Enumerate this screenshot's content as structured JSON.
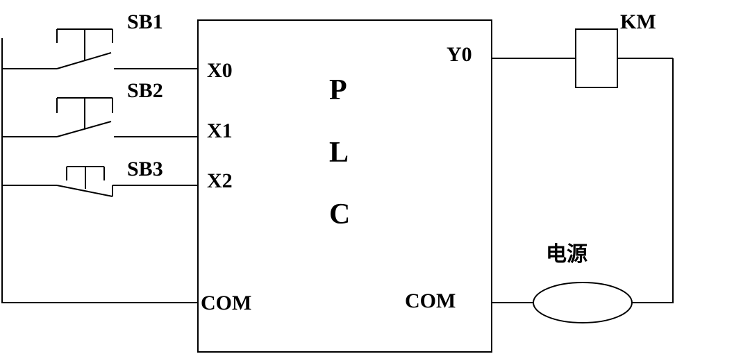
{
  "switches": {
    "sb1": "SB1",
    "sb2": "SB2",
    "sb3": "SB3"
  },
  "plc": {
    "title_letters": [
      "P",
      "L",
      "C"
    ],
    "inputs": [
      "X0",
      "X1",
      "X2"
    ],
    "output": "Y0",
    "com_left": "COM",
    "com_right": "COM"
  },
  "contactor": "KM",
  "power_supply": "电源"
}
